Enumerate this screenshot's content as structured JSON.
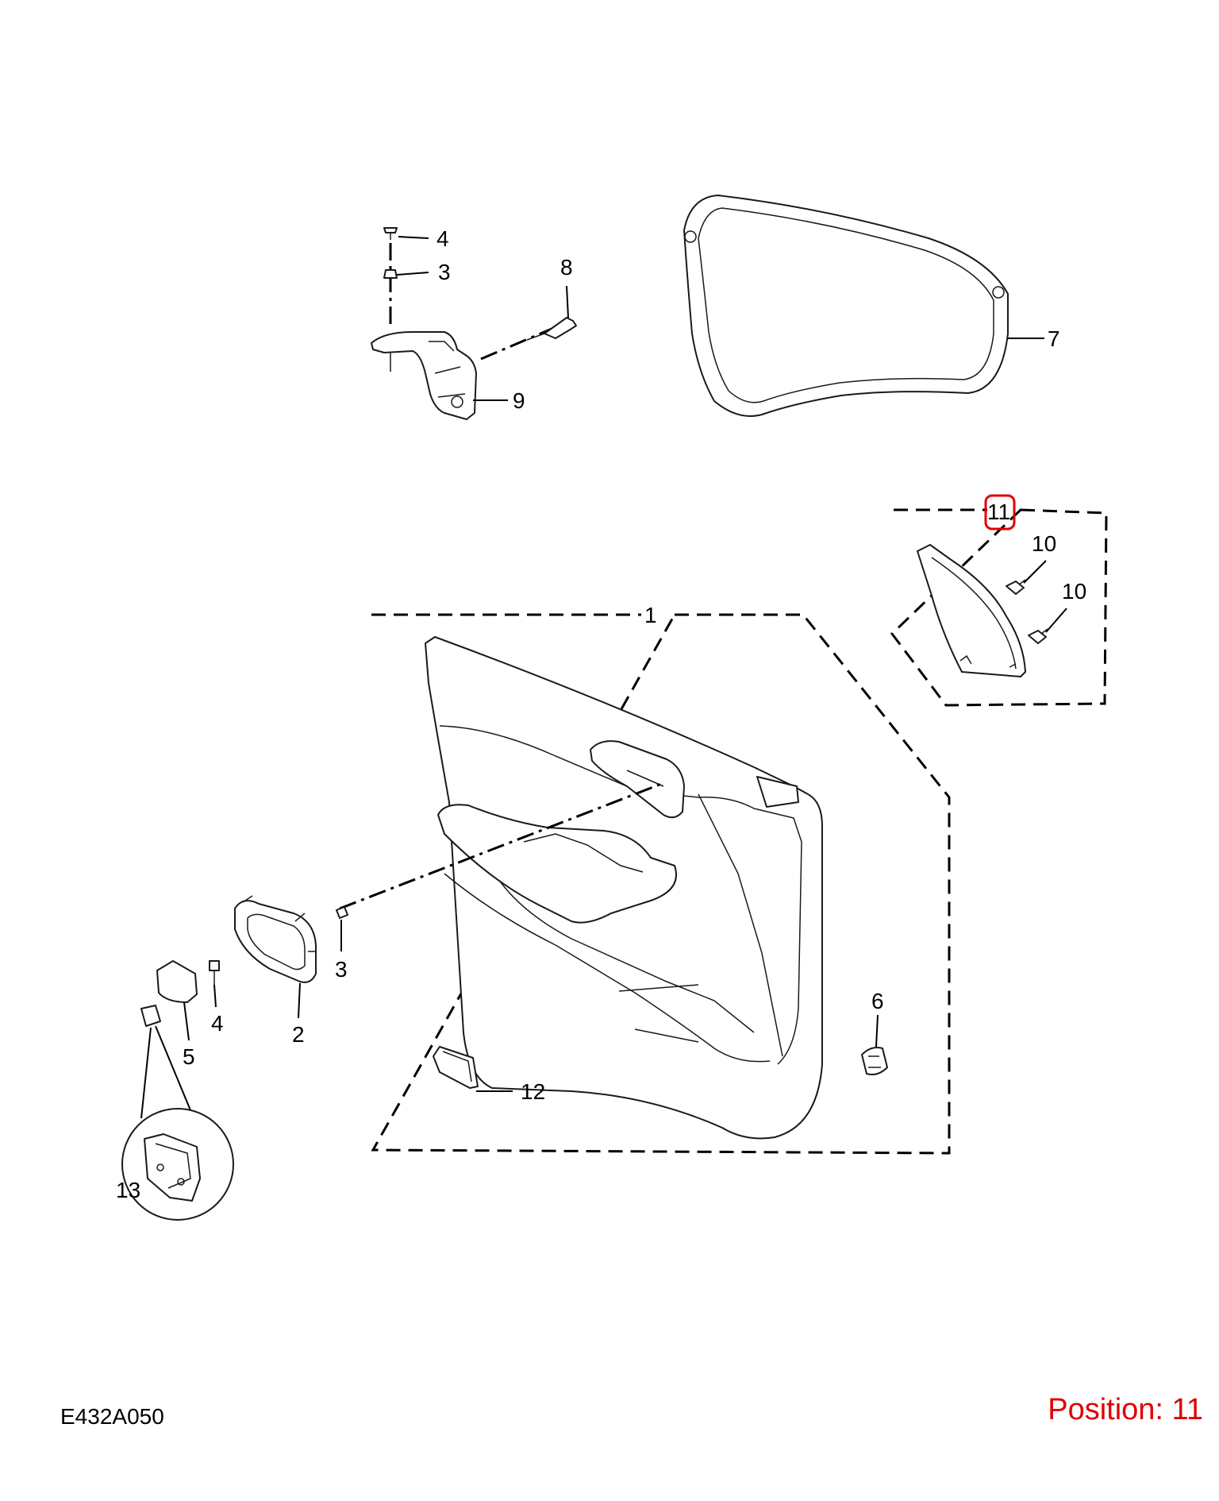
{
  "drawing_code": "E432A050",
  "position_label": "Position: 11",
  "highlight_color": "#e00000",
  "callouts": {
    "c1": "1",
    "c2": "2",
    "c3a": "3",
    "c3b": "3",
    "c4a": "4",
    "c4b": "4",
    "c5": "5",
    "c6": "6",
    "c7": "7",
    "c8": "8",
    "c9": "9",
    "c10a": "10",
    "c10b": "10",
    "c11": "11",
    "c12": "12",
    "c13": "13"
  }
}
